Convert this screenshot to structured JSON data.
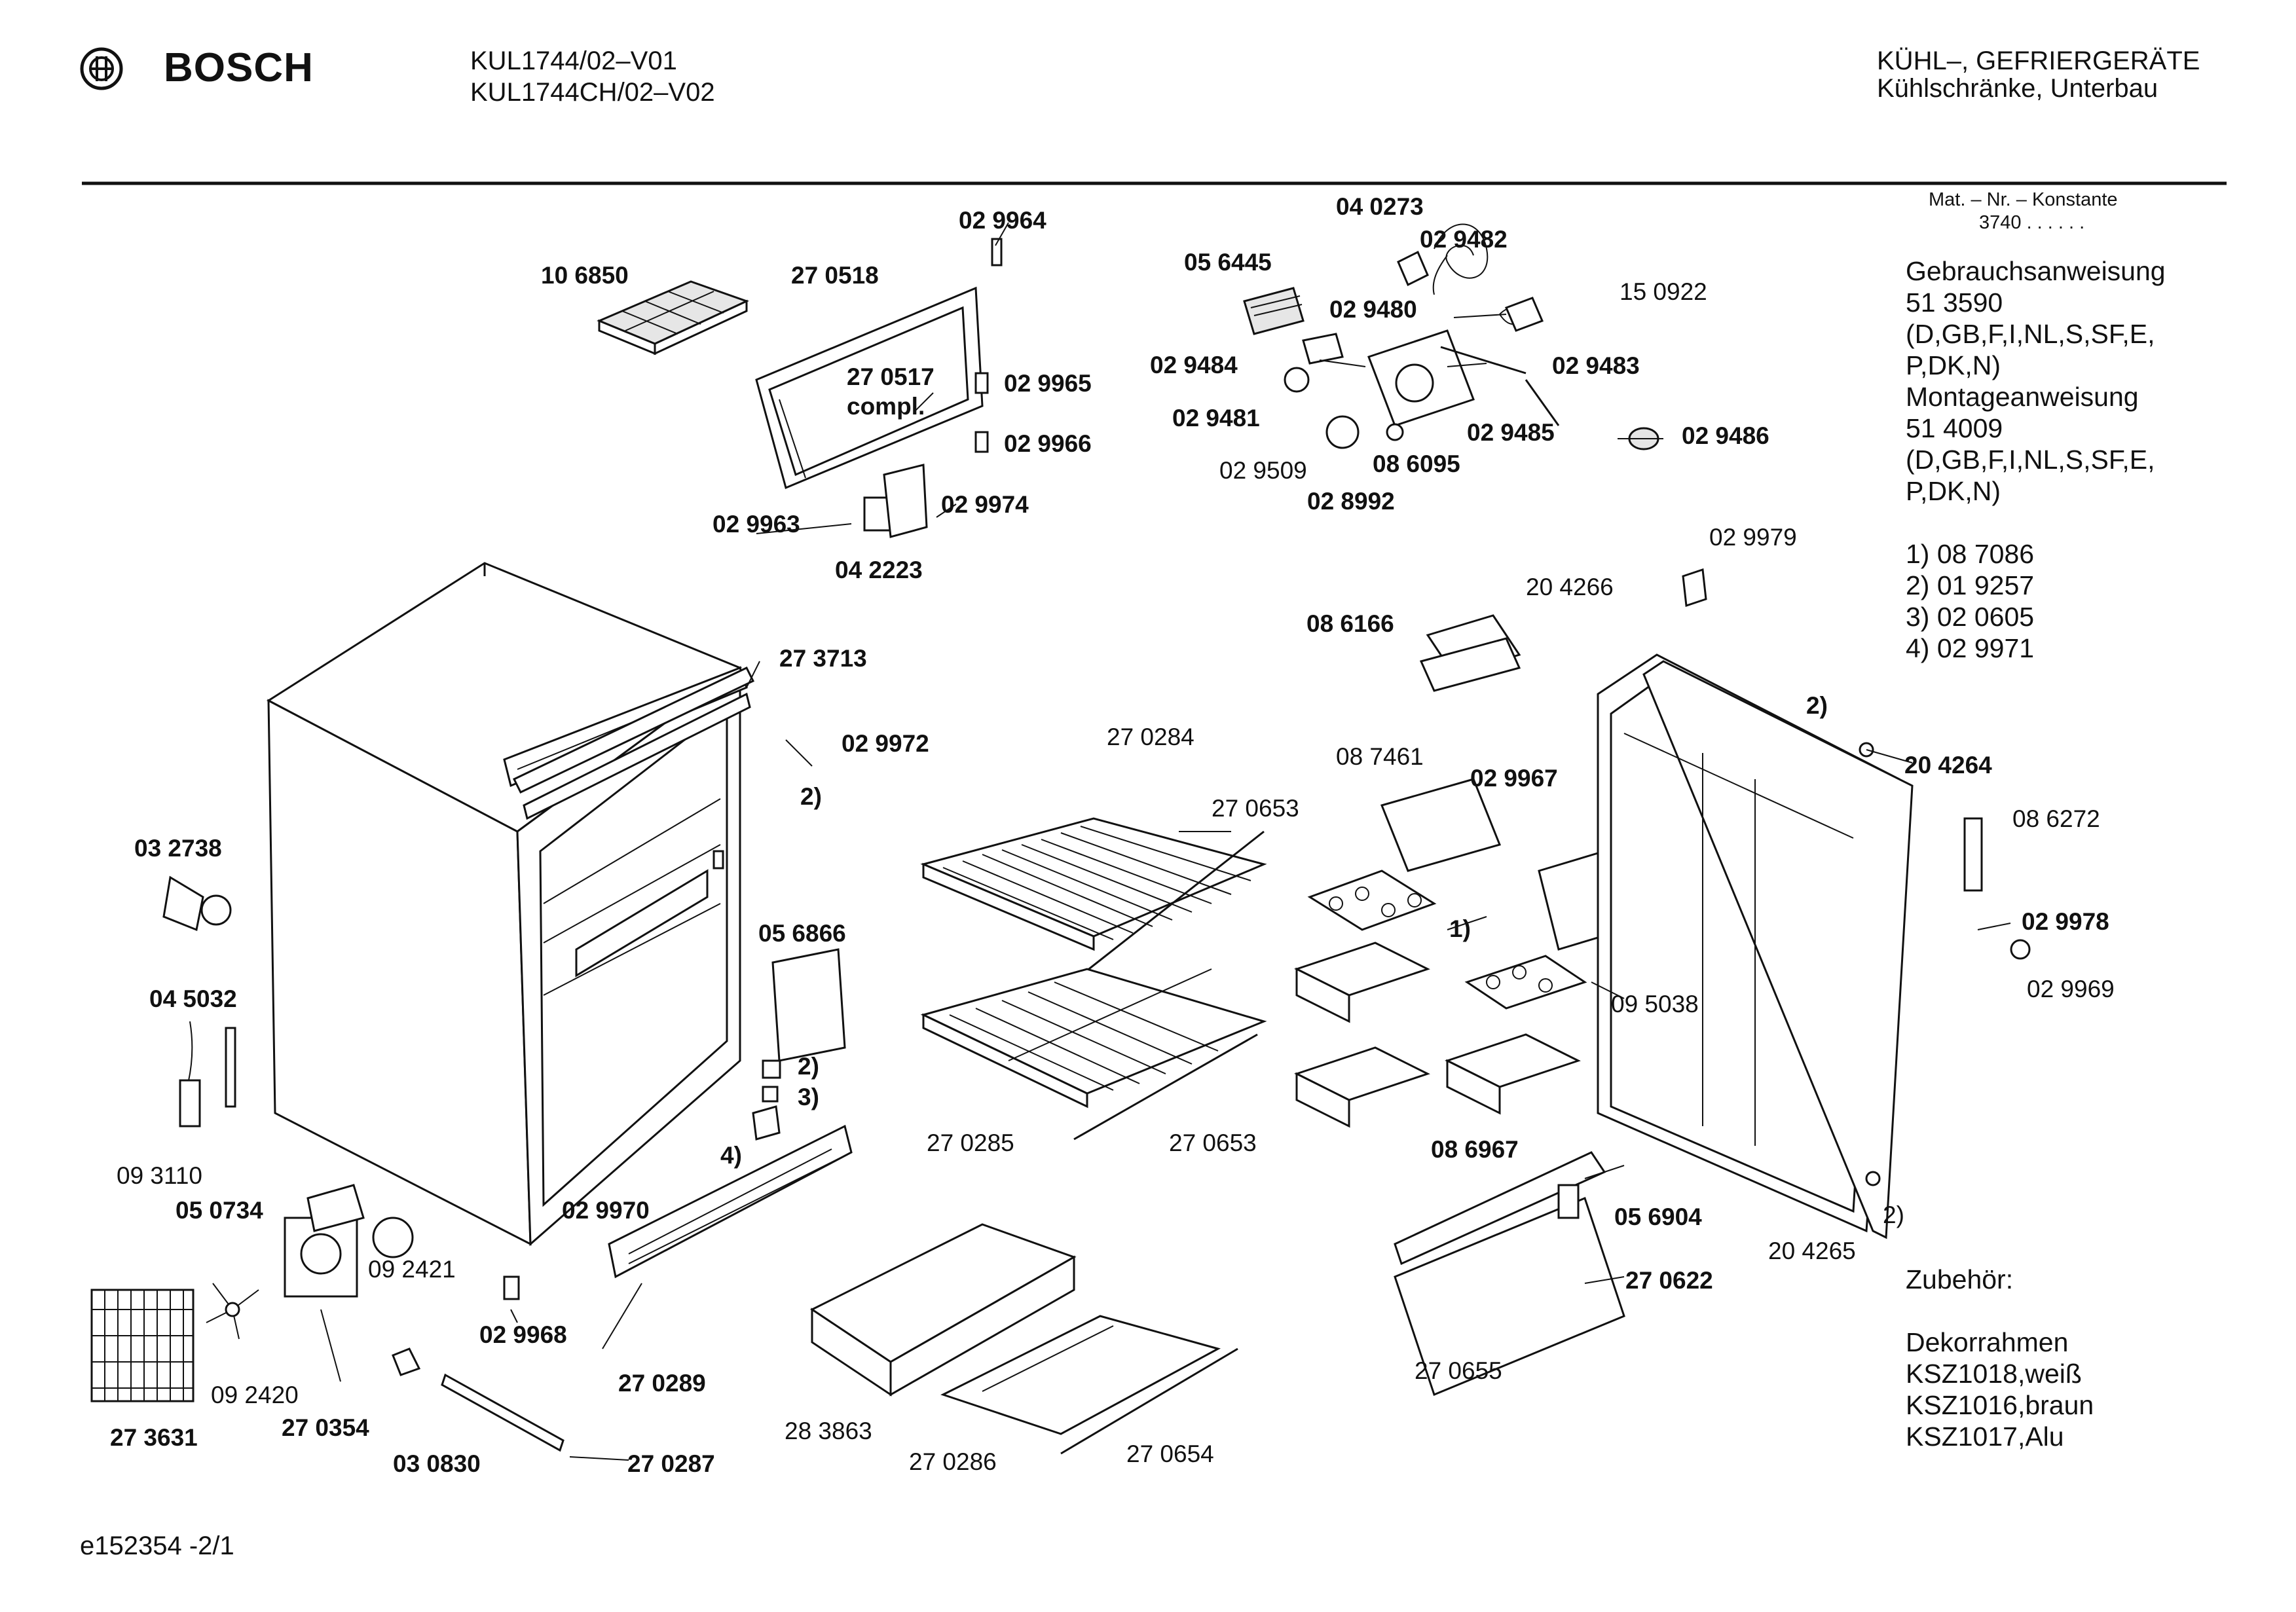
{
  "header": {
    "brand": "BOSCH",
    "models": [
      "KUL1744/02–V01",
      "KUL1744CH/02–V02"
    ],
    "category": [
      "KÜHL–, GEFRIERGERÄTE",
      "Kühlschränke, Unterbau"
    ]
  },
  "sidebar": {
    "mat_label": "Mat. – Nr. – Konstante",
    "mat_value": "3740 . . . . . .",
    "manuals": [
      "Gebrauchsanweisung",
      "51 3590",
      "(D,GB,F,I,NL,S,SF,E,",
      "P,DK,N)",
      "Montageanweisung",
      "51 4009",
      "(D,GB,F,I,NL,S,SF,E,",
      "P,DK,N)"
    ],
    "footnotes": [
      "1) 08 7086",
      "2) 01 9257",
      "3) 02 0605",
      "4) 02 9971"
    ],
    "accessories": [
      "Zubehör:",
      "",
      "Dekorrahmen",
      "KSZ1018,weiß",
      "KSZ1016,braun",
      "KSZ1017,Alu"
    ]
  },
  "footer": {
    "doc_id": "e152354 -2/1"
  },
  "part_labels": [
    {
      "text": "10 6850",
      "bold": true
    },
    {
      "text": "27 0518",
      "bold": true
    },
    {
      "text": "02 9964",
      "bold": true
    },
    {
      "text": "27 0517",
      "bold": true
    },
    {
      "text": "compl.",
      "bold": true
    },
    {
      "text": "02 9965",
      "bold": true
    },
    {
      "text": "02 9966",
      "bold": true
    },
    {
      "text": "02 9963",
      "bold": true
    },
    {
      "text": "02 9974",
      "bold": true
    },
    {
      "text": "04 2223",
      "bold": true
    },
    {
      "text": "04 0273",
      "bold": true
    },
    {
      "text": "02 9482",
      "bold": true
    },
    {
      "text": "05 6445",
      "bold": true
    },
    {
      "text": "15 0922",
      "bold": false
    },
    {
      "text": "02 9480",
      "bold": true
    },
    {
      "text": "02 9484",
      "bold": true
    },
    {
      "text": "02 9483",
      "bold": true
    },
    {
      "text": "02 9481",
      "bold": true
    },
    {
      "text": "02 9485",
      "bold": true
    },
    {
      "text": "02 9486",
      "bold": true
    },
    {
      "text": "02 9509",
      "bold": false
    },
    {
      "text": "08 6095",
      "bold": true
    },
    {
      "text": "02 8992",
      "bold": true
    },
    {
      "text": "02 9979",
      "bold": false
    },
    {
      "text": "20 4266",
      "bold": false
    },
    {
      "text": "08 6166",
      "bold": true
    },
    {
      "text": "27 3713",
      "bold": true
    },
    {
      "text": "02 9972",
      "bold": true
    },
    {
      "text": "2)",
      "bold": true
    },
    {
      "text": "27 0284",
      "bold": false
    },
    {
      "text": "08 7461",
      "bold": false
    },
    {
      "text": "02 9967",
      "bold": true
    },
    {
      "text": "2)",
      "bold": true
    },
    {
      "text": "20 4264",
      "bold": true
    },
    {
      "text": "27 0653",
      "bold": false
    },
    {
      "text": "03 2738",
      "bold": true
    },
    {
      "text": "08 6272",
      "bold": false
    },
    {
      "text": "05 6866",
      "bold": true
    },
    {
      "text": "1)",
      "bold": true
    },
    {
      "text": "02 9978",
      "bold": true
    },
    {
      "text": "04 5032",
      "bold": true
    },
    {
      "text": "09 5038",
      "bold": false
    },
    {
      "text": "02 9969",
      "bold": false
    },
    {
      "text": "2)",
      "bold": true
    },
    {
      "text": "3)",
      "bold": true
    },
    {
      "text": "4)",
      "bold": true
    },
    {
      "text": "27 0285",
      "bold": false
    },
    {
      "text": "27 0653",
      "bold": false
    },
    {
      "text": "09 3110",
      "bold": false
    },
    {
      "text": "08 6967",
      "bold": true
    },
    {
      "text": "05 0734",
      "bold": true
    },
    {
      "text": "02 9970",
      "bold": true
    },
    {
      "text": "05 6904",
      "bold": true
    },
    {
      "text": "2)",
      "bold": false
    },
    {
      "text": "20 4265",
      "bold": false
    },
    {
      "text": "09 2421",
      "bold": false
    },
    {
      "text": "27 0622",
      "bold": true
    },
    {
      "text": "02 9968",
      "bold": true
    },
    {
      "text": "09 2420",
      "bold": false
    },
    {
      "text": "27 0289",
      "bold": true
    },
    {
      "text": "27 0655",
      "bold": false
    },
    {
      "text": "28 3863",
      "bold": false
    },
    {
      "text": "27 3631",
      "bold": true
    },
    {
      "text": "27 0354",
      "bold": true
    },
    {
      "text": "03 0830",
      "bold": true
    },
    {
      "text": "27 0287",
      "bold": true
    },
    {
      "text": "27 0286",
      "bold": false
    },
    {
      "text": "27 0654",
      "bold": false
    }
  ]
}
